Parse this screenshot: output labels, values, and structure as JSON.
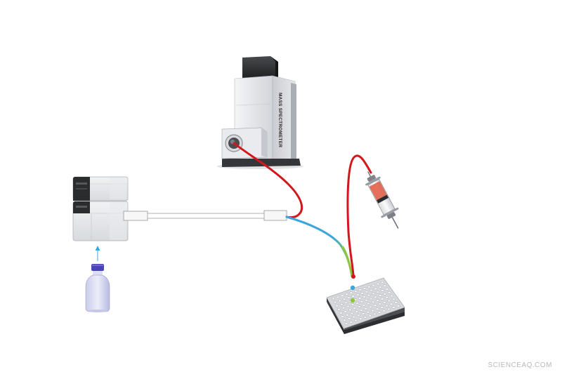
{
  "mass_spectrometer": {
    "label": "MASS SPECTROMETER",
    "body_color": "#e4e6ea",
    "dark_color": "#2f3033"
  },
  "tubing_colors": {
    "red": "#d4161c",
    "blue": "#3aa6e0",
    "green": "#8cc63f"
  },
  "watermark": "SCIENCEAQ.COM",
  "plate": {
    "columns": 12,
    "rows": 8
  }
}
